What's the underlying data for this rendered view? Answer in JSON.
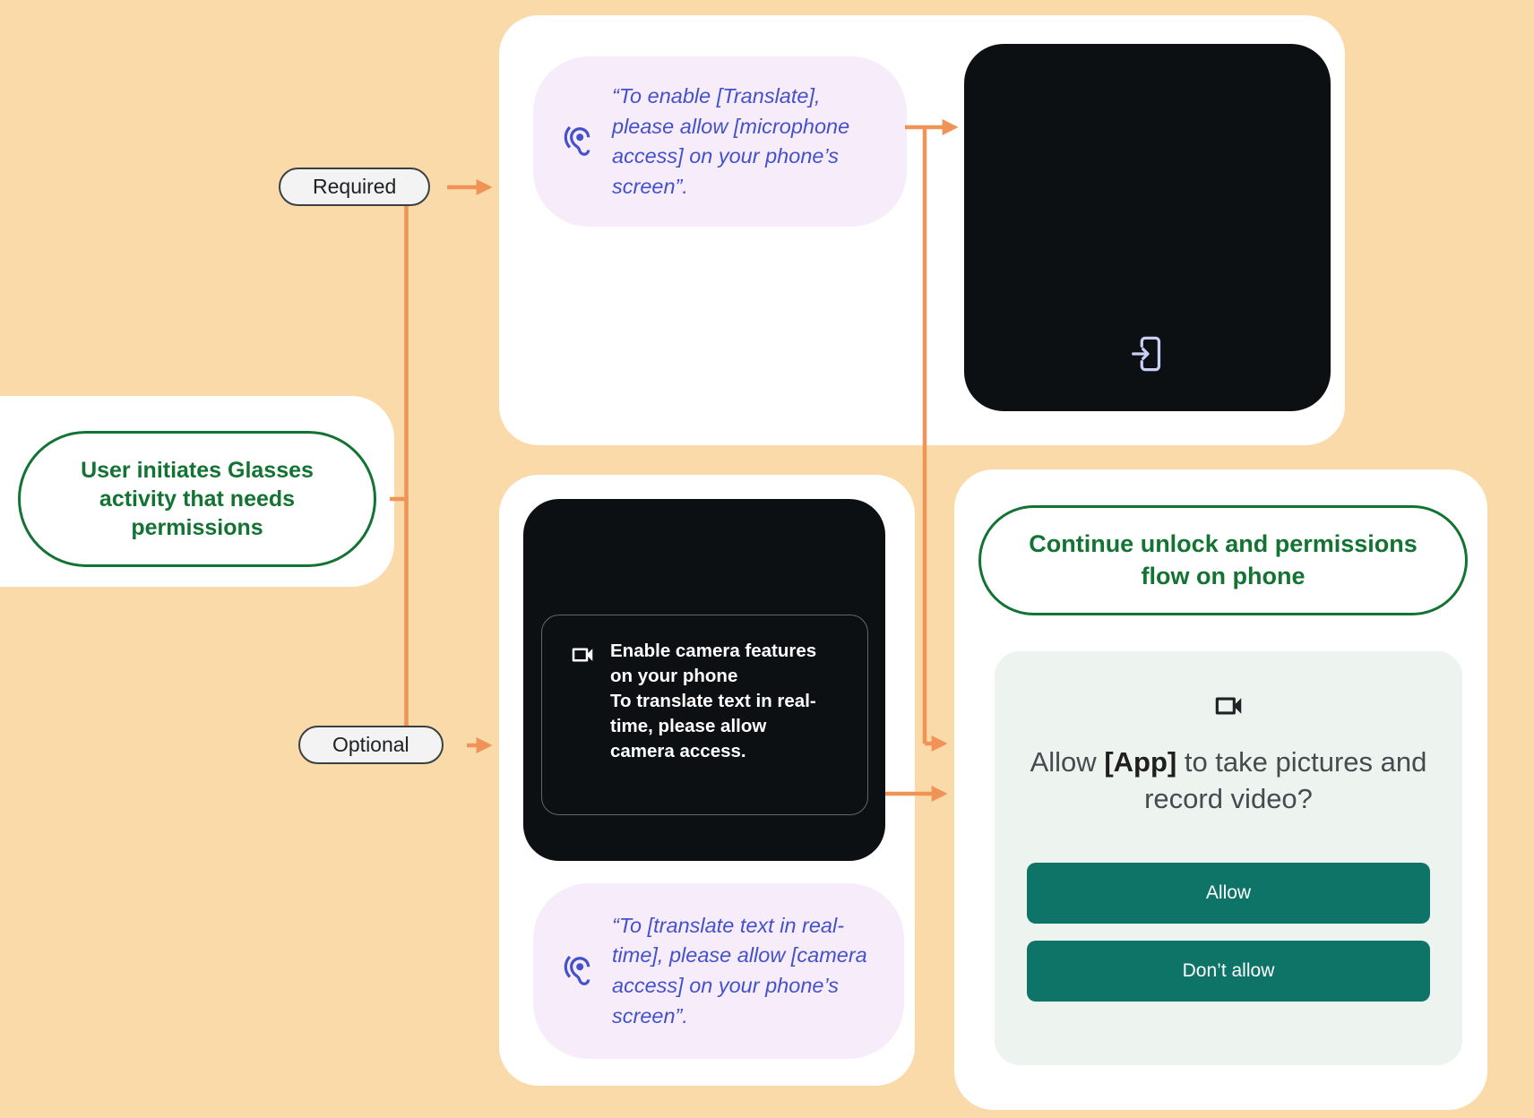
{
  "colors": {
    "background": "#FBDAAA",
    "connector_orange": "#EF9456",
    "green_outline": "#137333",
    "teal_button": "#0E7467",
    "bubble_lavender": "#F7ECFA",
    "bubble_text_indigo": "#4351CC",
    "screen_black": "#0D1013",
    "mint_panel": "#EDF3EE",
    "phone_icon_lavender": "#C9CEF4"
  },
  "start_node": {
    "label": "User initiates Glasses activity that needs permissions"
  },
  "branch_labels": {
    "required": "Required",
    "optional": "Optional"
  },
  "required_flow": {
    "voice_prompt": {
      "icon": "hearing-icon",
      "text": "“To enable [Translate], please allow [microphone access] on your phone’s screen”."
    },
    "glasses_screen": {
      "icon": "phone-arrow-right-icon"
    }
  },
  "optional_flow": {
    "glasses_screen": {
      "icon": "videocam-icon",
      "heading": "Enable camera features on your phone",
      "body": "To translate text in real-time, please allow camera access."
    },
    "voice_prompt": {
      "icon": "hearing-icon",
      "text": "“To [translate text in real-time], please allow [camera access] on your phone’s screen”."
    }
  },
  "phone_flow": {
    "header": "Continue unlock and permissions flow on phone",
    "permission_dialog": {
      "icon": "videocam-icon",
      "title_prefix": "Allow ",
      "title_app": "[App]",
      "title_suffix": " to take pictures and record video?",
      "allow_button": "Allow",
      "dont_allow_button": "Don’t allow"
    }
  }
}
